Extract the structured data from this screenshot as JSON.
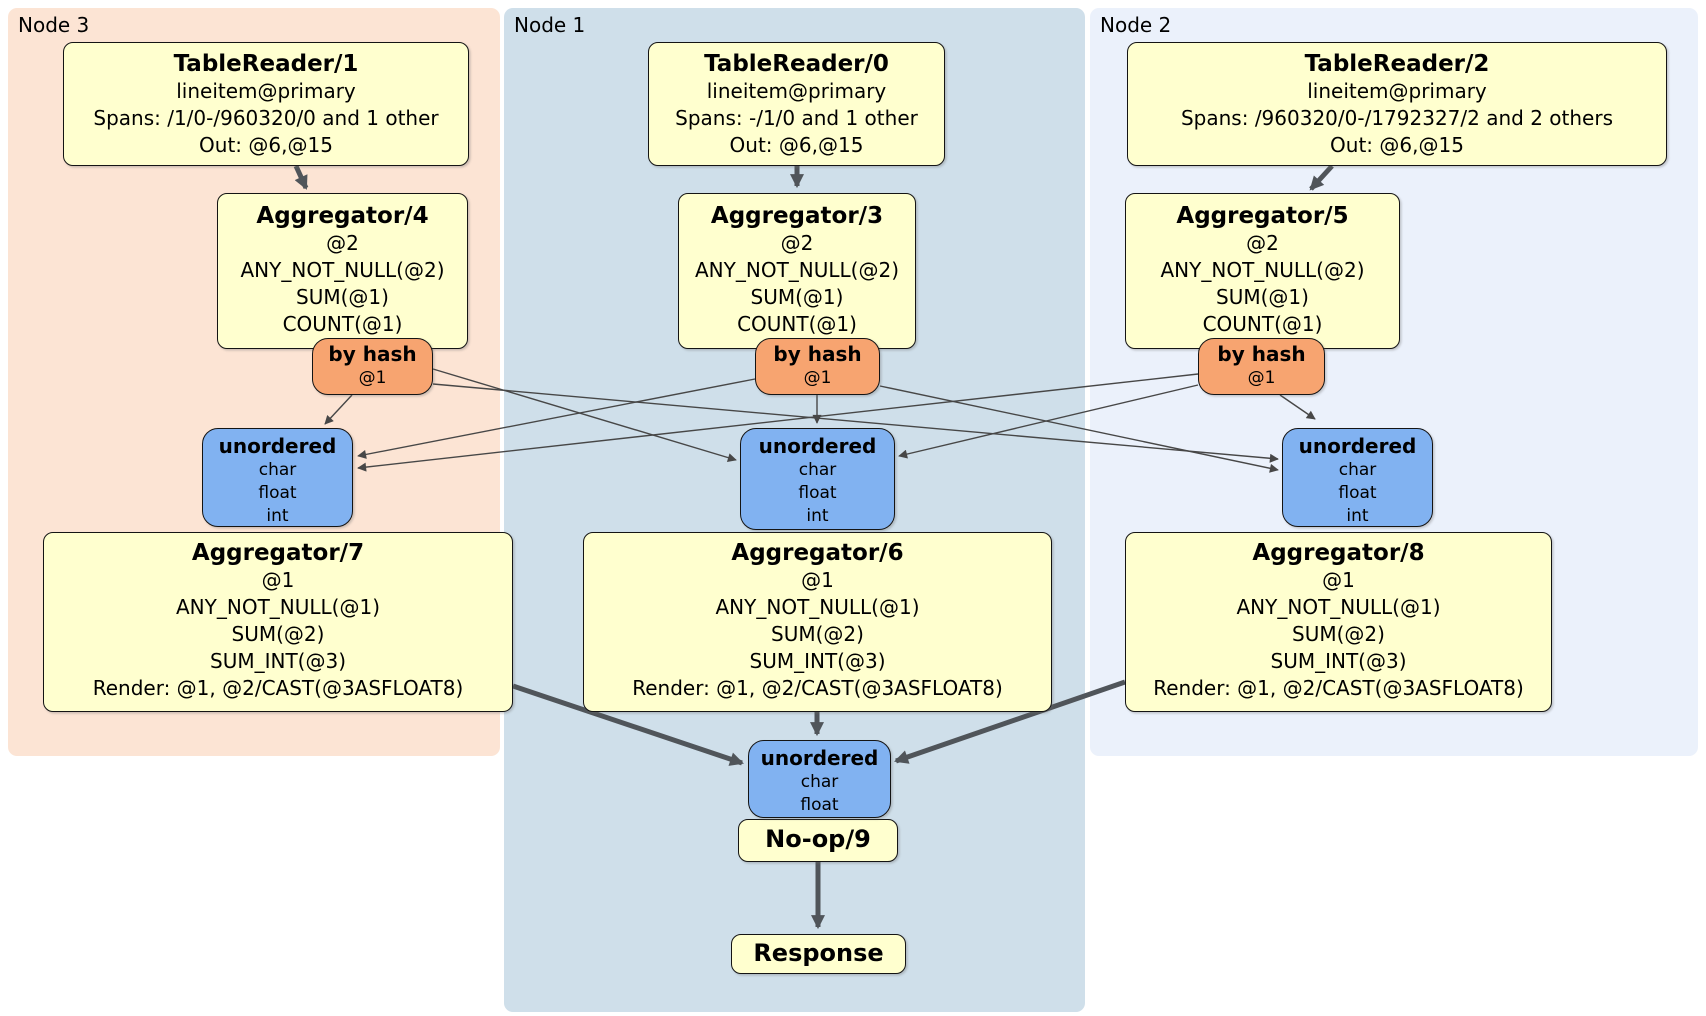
{
  "regions": {
    "node3": {
      "label": "Node 3"
    },
    "node1": {
      "label": "Node 1"
    },
    "node2": {
      "label": "Node 2"
    }
  },
  "boxes": {
    "tr1": {
      "title": "TableReader/1",
      "lines": [
        "lineitem@primary",
        "Spans: /1/0-/960320/0 and 1 other",
        "Out: @6,@15"
      ]
    },
    "tr0": {
      "title": "TableReader/0",
      "lines": [
        "lineitem@primary",
        "Spans: -/1/0 and 1 other",
        "Out: @6,@15"
      ]
    },
    "tr2": {
      "title": "TableReader/2",
      "lines": [
        "lineitem@primary",
        "Spans: /960320/0-/1792327/2 and 2 others",
        "Out: @6,@15"
      ]
    },
    "agg4": {
      "title": "Aggregator/4",
      "lines": [
        "@2",
        "ANY_NOT_NULL(@2)",
        "SUM(@1)",
        "COUNT(@1)"
      ]
    },
    "agg3": {
      "title": "Aggregator/3",
      "lines": [
        "@2",
        "ANY_NOT_NULL(@2)",
        "SUM(@1)",
        "COUNT(@1)"
      ]
    },
    "agg5": {
      "title": "Aggregator/5",
      "lines": [
        "@2",
        "ANY_NOT_NULL(@2)",
        "SUM(@1)",
        "COUNT(@1)"
      ]
    },
    "agg7": {
      "title": "Aggregator/7",
      "lines": [
        "@1",
        "ANY_NOT_NULL(@1)",
        "SUM(@2)",
        "SUM_INT(@3)",
        "Render: @1, @2/CAST(@3ASFLOAT8)"
      ]
    },
    "agg6": {
      "title": "Aggregator/6",
      "lines": [
        "@1",
        "ANY_NOT_NULL(@1)",
        "SUM(@2)",
        "SUM_INT(@3)",
        "Render: @1, @2/CAST(@3ASFLOAT8)"
      ]
    },
    "agg8": {
      "title": "Aggregator/8",
      "lines": [
        "@1",
        "ANY_NOT_NULL(@1)",
        "SUM(@2)",
        "SUM_INT(@3)",
        "Render: @1, @2/CAST(@3ASFLOAT8)"
      ]
    },
    "bh3": {
      "title": "by hash",
      "lines": [
        "@1"
      ]
    },
    "bh1": {
      "title": "by hash",
      "lines": [
        "@1"
      ]
    },
    "bh2": {
      "title": "by hash",
      "lines": [
        "@1"
      ]
    },
    "uo3": {
      "title": "unordered",
      "lines": [
        "char",
        "float",
        "int"
      ]
    },
    "uo1": {
      "title": "unordered",
      "lines": [
        "char",
        "float",
        "int"
      ]
    },
    "uo2": {
      "title": "unordered",
      "lines": [
        "char",
        "float",
        "int"
      ]
    },
    "uoFinal": {
      "title": "unordered",
      "lines": [
        "char",
        "float"
      ]
    },
    "noop": {
      "title": "No-op/9"
    },
    "response": {
      "title": "Response"
    }
  },
  "colors": {
    "node3_bg": "#fce4d4",
    "node1_bg": "#cfdfea",
    "node2_bg": "#ebf1fb",
    "processor_bg": "#ffffcf",
    "router_bg": "#f7a470",
    "sync_bg": "#81b2f1",
    "edge": "#50555a"
  }
}
